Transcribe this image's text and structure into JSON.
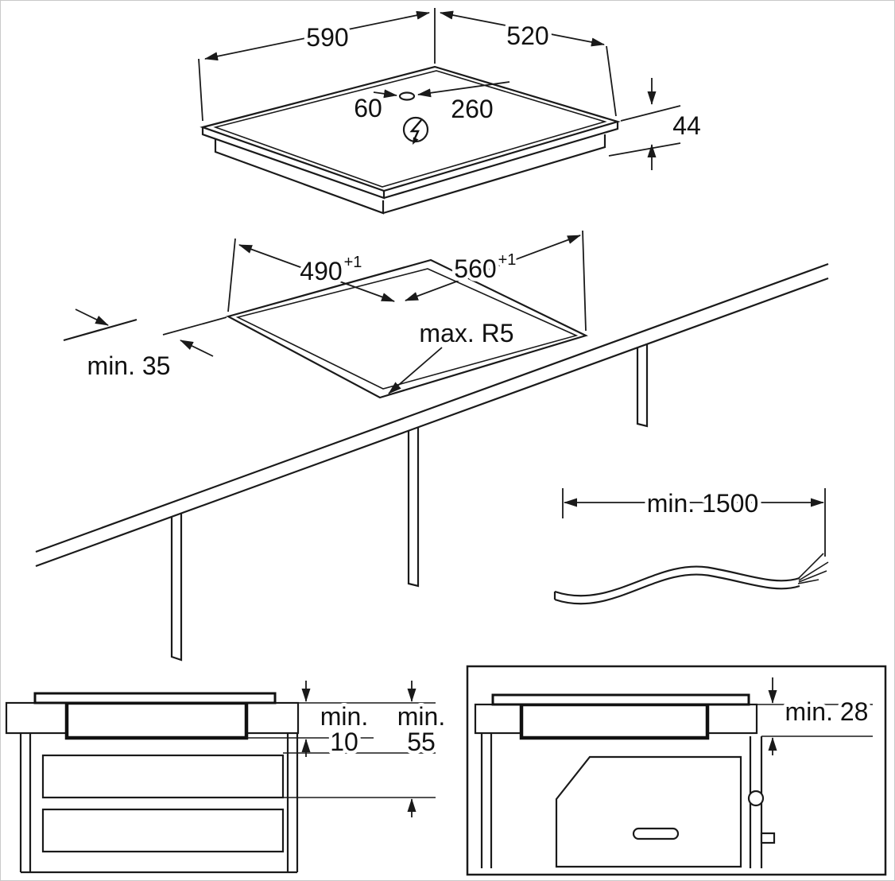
{
  "colors": {
    "background": "#ffffff",
    "line": "#1a1a1a",
    "text": "#111111"
  },
  "hob_view": {
    "width_mm": "590",
    "depth_mm": "520",
    "height_mm": "44",
    "cable_offset_mm": "60",
    "cable_span_mm": "260",
    "power_icon": "lightning-bolt"
  },
  "cutout_view": {
    "depth_mm": "490",
    "depth_tol": "+1",
    "width_mm": "560",
    "width_tol": "+1",
    "corner_radius": "max. R5",
    "min_edge_distance": "min. 35"
  },
  "cable_view": {
    "min_length": "min. 1500"
  },
  "drawer_view": {
    "col1_min": "min.",
    "col1_value": "10",
    "col2_min": "min.",
    "col2_value": "55"
  },
  "oven_view": {
    "min_clearance": "min. 28"
  }
}
